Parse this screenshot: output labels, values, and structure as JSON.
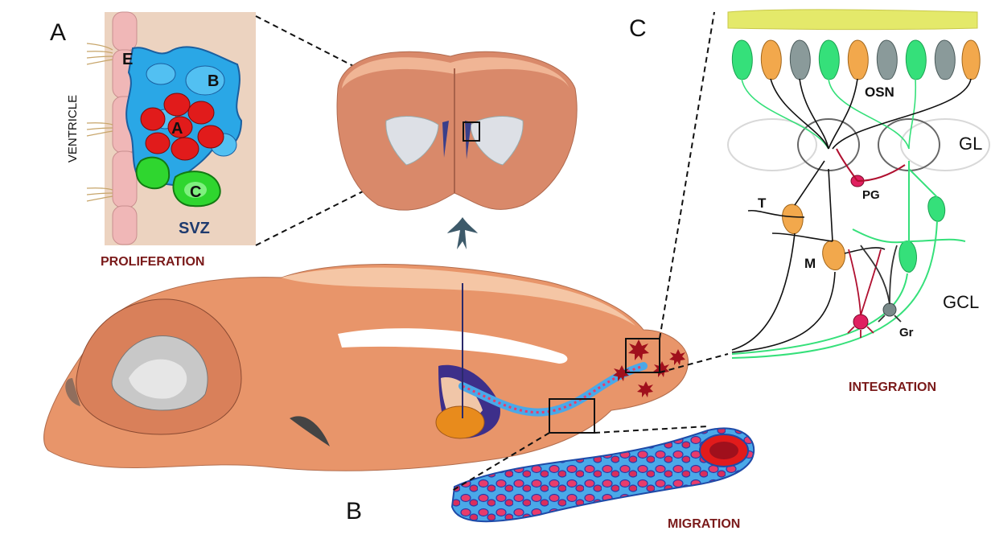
{
  "panels": {
    "a": "A",
    "b": "B",
    "c": "C"
  },
  "panel_a": {
    "ventricle": "VENTRICLE",
    "cell_e": "E",
    "cell_b": "B",
    "cell_a": "A",
    "cell_c": "C",
    "region": "SVZ",
    "process": "PROLIFERATION"
  },
  "panel_b": {
    "process": "MIGRATION"
  },
  "panel_c": {
    "osn": "OSN",
    "gl": "GL",
    "pg": "PG",
    "t": "T",
    "m": "M",
    "gcl": "GCL",
    "gr": "Gr",
    "process": "INTEGRATION"
  },
  "colors": {
    "tissue": "#e8956a",
    "tissue_light": "#f5c6a5",
    "svz_bg": "#ecd3c0",
    "type_b": "#2aa7e6",
    "type_a": "#e11b1b",
    "type_c": "#2fd62f",
    "ependymal": "#f0b7b7",
    "neuron_orange": "#f2a84c",
    "neuron_green": "#35e07a",
    "neuron_gray": "#8a9a9a",
    "label_red": "#7a1a1a",
    "label_navy": "#1e3a6e"
  }
}
